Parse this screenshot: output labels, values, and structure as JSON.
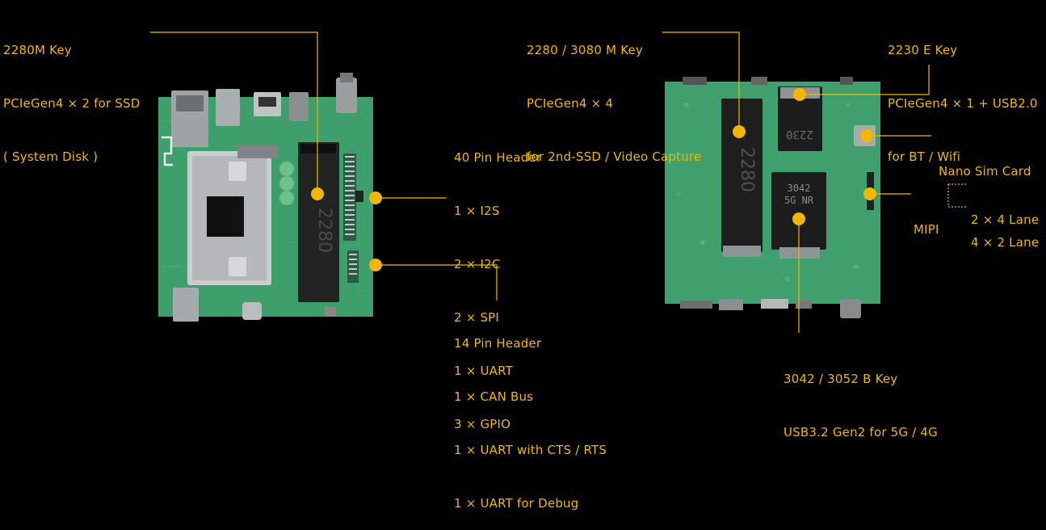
{
  "colors": {
    "background": "#000000",
    "accent": "#f2b705",
    "pcb_green": "#3e9e6c"
  },
  "labels": {
    "m2_2280_m_key": [
      "2280M Key",
      "PCIeGen4 × 2 for SSD",
      "( System Disk )"
    ],
    "header_40pin": [
      "40 Pin Header",
      "1 × I2S",
      "2 × I2C",
      "2 × SPI",
      "1 × UART",
      "3 × GPIO"
    ],
    "header_14pin": [
      "14 Pin Header",
      "1 × CAN Bus",
      "1 × UART with CTS / RTS",
      "1 × UART for Debug"
    ],
    "m2_2280_3080_m_key": [
      "2280 / 3080 M Key",
      "PCIeGen4 × 4",
      "for 2nd-SSD / Video Capture"
    ],
    "m2_2230_e_key": [
      "2230 E Key",
      "PCIeGen4 × 1 + USB2.0",
      "for BT / Wifi"
    ],
    "nano_sim": [
      "Nano Sim Card"
    ],
    "mipi": [
      "MIPI"
    ],
    "mipi_lane_4": [
      "2 × 4 Lane"
    ],
    "mipi_lane_2": [
      "4 × 2 Lane"
    ],
    "m2_3042_b_key": [
      "3042 / 3052 B Key",
      "USB3.2 Gen2 for 5G / 4G"
    ]
  },
  "board_markings": {
    "front_slot_2280": "2280",
    "back_slot_2280": "2280",
    "back_slot_2230": "2230",
    "back_slot_5g_line1": "3042",
    "back_slot_5g_line2": "5G NR"
  }
}
